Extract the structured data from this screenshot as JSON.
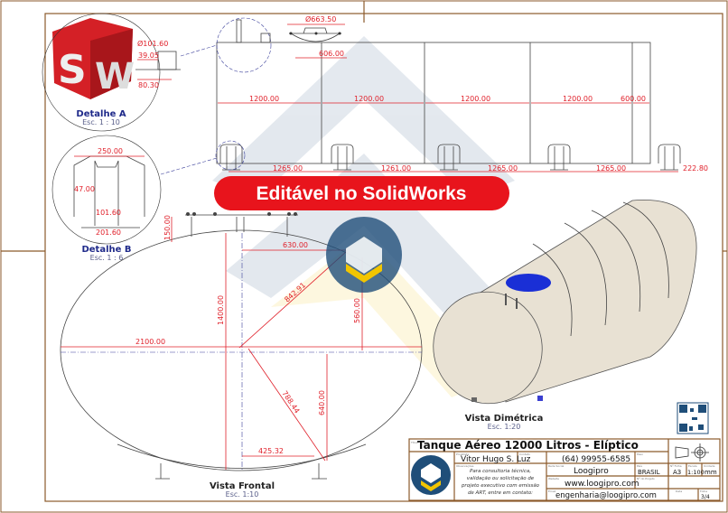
{
  "banner": {
    "text": "Editável no SolidWorks",
    "color": "#e8141c"
  },
  "detail_a": {
    "title": "Detalhe A",
    "scale": "Esc. 1 : 10",
    "dims": [
      "Ø101.60",
      "39.05",
      "80.30"
    ]
  },
  "detail_b": {
    "title": "Detalhe B",
    "scale": "Esc. 1 : 6",
    "dims": [
      "250.00",
      "47.00",
      "101.60",
      "201.60"
    ]
  },
  "side_view": {
    "top_dims": [
      "Ø663.50",
      "606.00"
    ],
    "section_dims": [
      "1200.00",
      "1200.00",
      "1200.00",
      "1200.00",
      "600.00"
    ],
    "support_dims": [
      "1265.00",
      "1261.00",
      "1265.00",
      "1265.00",
      "222.80"
    ]
  },
  "front_view": {
    "title": "Vista Frontal",
    "scale": "Esc. 1:10",
    "dims": {
      "width": "2100.00",
      "height": "1400.00",
      "top_offset": "630.00",
      "diag_top": "842.91",
      "vert_top": "560.00",
      "diag_bottom": "788.44",
      "vert_bottom": "640.00",
      "bottom_offset": "425.32",
      "nozzle": "150.00"
    }
  },
  "iso_view": {
    "title": "Vista Dimétrica",
    "scale": "Esc. 1:20"
  },
  "title_block": {
    "title_label": "Título",
    "title": "Tanque Aéreo 12000 Litros - Elíptico",
    "designer_label": "Projetista",
    "designer": "Vitor Hugo S. Luz",
    "contact_label": "Contato",
    "phone": "(64) 99955-6585",
    "mass_label": "Peso",
    "notes_label": "Observações",
    "notes": [
      "Para consultoria técnica,",
      "validação ou solicitação de",
      "projeto executivo com emissão",
      "de ART, entre em contato:"
    ],
    "social_label": "Rede Social",
    "social": "Loogipro",
    "country_label": "País",
    "country": "BRASIL",
    "sheet_size_label": "Nº Folha",
    "sheet_size": "A3",
    "scale_label": "Escala",
    "scale": "1:100",
    "unit_label": "Unidade",
    "unit": "mm",
    "website_label": "Website",
    "website": "www.loogipro.com",
    "project_label": "Nº do Projeto",
    "email_label": "Email",
    "email": "engenharia@loogipro.com",
    "date_label": "Data",
    "sheet_label": "Folha",
    "sheet": "3/4"
  },
  "colors": {
    "border": "#8b5a2b",
    "dimension": "#e0202a",
    "logo_blue": "#1f4e79",
    "logo_yellow": "#f2c500",
    "tank": "#e8e1d3"
  }
}
